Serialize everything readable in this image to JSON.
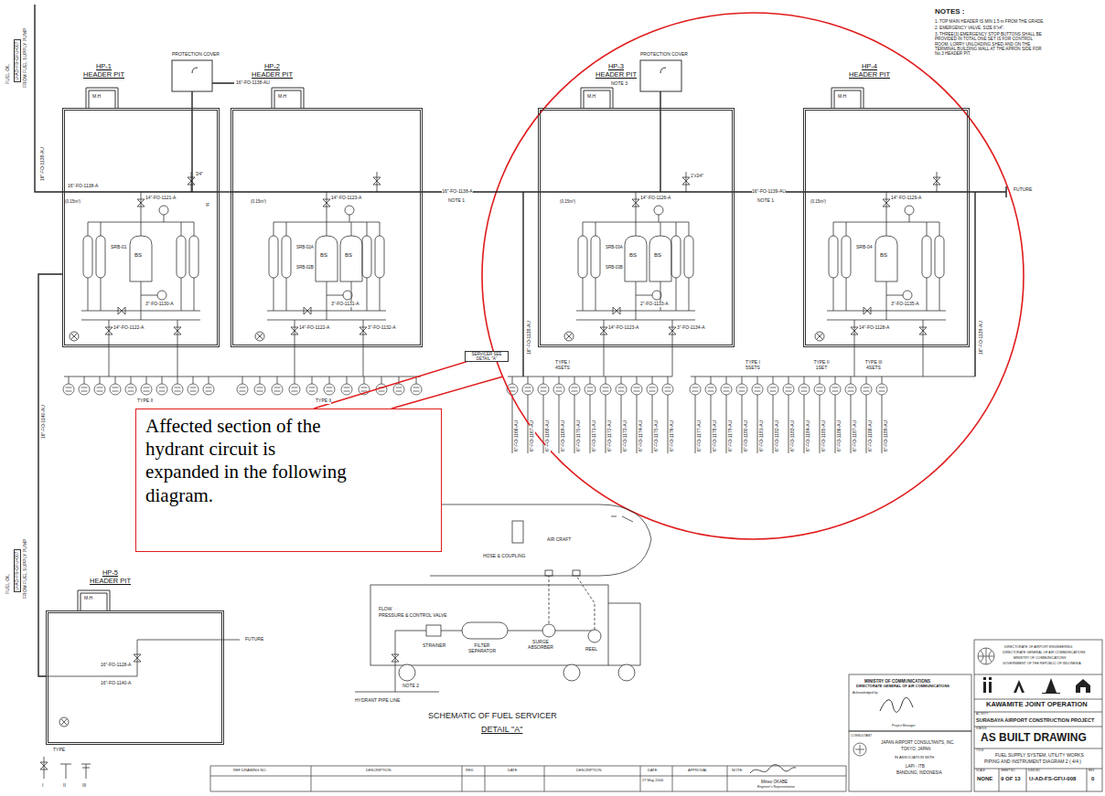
{
  "diagram": {
    "nodes": [
      {
        "text": [
          "HP-1",
          "HEADER PIT"
        ]
      },
      {
        "text": [
          "HP-2",
          "HEADER PIT"
        ]
      },
      {
        "text": [
          "HP-3",
          "HEADER PIT"
        ]
      },
      {
        "text": [
          "HP-4",
          "HEADER PIT"
        ]
      },
      {
        "text": [
          "HP-5",
          "HEADER PIT"
        ]
      },
      {
        "text": [
          "Affected section of the hydrant circuit is expanded in the following diagram."
        ]
      }
    ],
    "edges": [
      {
        "from": 0,
        "to": 1,
        "arrow": "none"
      },
      {
        "from": 1,
        "to": 2,
        "label": "16\"-FO-1138-A",
        "arrow": "none"
      },
      {
        "from": 2,
        "to": 3,
        "label": "16\"-FO-1139-AU",
        "arrow": "none"
      },
      {
        "from": 0,
        "to": 4,
        "arrow": "none"
      }
    ],
    "labels": [
      "NOTES :",
      "1. TOP MAIN HEADER IS MIN 1.5 m FROM THE GRADE.",
      "2. EMERGENCY VALVE, SIZE 6\"x4\".",
      "3. THREE(3) EMERGENCY STOP BUTTONS SHALL BE PROVIDED IN TOTAL ONE SET IS FOR CONTROL ROOM, LORRY UNLOADING SHED AND ON THE TERMINAL BUILDING WALL AT THE APRON SIDE FOR No.3 HEADER PIT.",
      "FUEL OIL",
      "U-AD-FS-GFU-007",
      "FROM FUEL SUPPLY PUMP",
      "16\"-FO-1138-AU",
      "M.H",
      "PROTECTION COVER",
      "16\"-FO-1138-A",
      "14\"-FO-1121-A",
      "(0.15m³)",
      "SRB-01",
      "BS",
      "3\"-FO-1130-A",
      "14\"-FO-1122-A",
      "3/4\"",
      "IF",
      "16\"-FO-1138-AU",
      "M.H",
      "14\"-FO-1123-A",
      "(0.15m³)",
      "SRB-02A",
      "BS",
      "BS",
      "SRB-02B",
      "3\"-FO-1131-A",
      "14\"-FO-1122-A",
      "3\"-FO-1132-A",
      "NOTE 1",
      "NOTE 1",
      "NOTE 3",
      "M.H",
      "PROTECTION COVER",
      "1\"x3/4\"",
      "14\"-FO-1126-A",
      "(0.15m³)",
      "SRB-03A",
      "BS",
      "BS",
      "SRB-03B",
      "2\"-FO-1133-A",
      "3\"-FO-1134-A",
      "14\"-FO-1123-A",
      "M.H",
      "FUTURE",
      "14\"-FO-1129-A",
      "(0.15m³)",
      "SRB-04",
      "BS",
      "3\"-FO-1135-A",
      "14\"-FO-1128-A",
      "16\"-FO-1138-AU",
      "16\"-FO-1139-AU",
      "16\"-FO-1140-AU",
      "TYPE II",
      "TYPE II",
      "SERVICER SEE DETAIL \"A\"",
      "TYPE I 4SETS",
      "TYPE I 5SETS",
      "TYPE II 1SET",
      "TYPE III 4SETS",
      "6\"-FO-1166-AU",
      "6\"-FO-1167-AU",
      "6\"-FO-1168-AU",
      "6\"-FO-1169-AU",
      "6\"-FO-1170-AU",
      "6\"-FO-1171-AU",
      "6\"-FO-1172-AU",
      "6\"-FO-1173-AU",
      "6\"-FO-1174-AU",
      "6\"-FO-1175-AU",
      "6\"-FO-1176-AU",
      "6\"-FO-1177-AU",
      "6\"-FO-1178-AU",
      "6\"-FO-1179-AU",
      "6\"-FO-1180-AU",
      "6\"-FO-1181-AU",
      "6\"-FO-1182-AU",
      "6\"-FO-1183-AU",
      "6\"-FO-1184-AU",
      "6\"-FO-1185-AU",
      "6\"-FO-1186-AU",
      "6\"-FO-1187-AU",
      "6\"-FO-1188-AU",
      "6\"-FO-1189-AU",
      "FUEL OIL",
      "U-AD-FS-GFU-007",
      "FROM FUEL SUPPLY PUMP",
      "M.H",
      "16\"-FO-1128-A",
      "16\"-FO-1140-A",
      "FUTURE",
      "AIR CRAFT",
      "HOSE & COUPLING",
      "FLOW",
      "PRESSURE & CONTROL VALVE",
      "STRAINER",
      "FILTER SEPARATOR",
      "SURGE ABSORBER",
      "REEL",
      "NOTE 2",
      "HYDRANT PIPE LINE",
      "SCHEMATIC OF FUEL SERVICER",
      "DETAIL \"A\"",
      "TYPE",
      "I",
      "II",
      "III",
      "REF DRAWING NO.",
      "DESCRIPTION",
      "REV.",
      "DATE",
      "DESCRIPTION",
      "DATE",
      "APPROVAL",
      "NOTE:",
      "27 May 2006",
      "Mineo OKABE",
      "Engineer's Representative",
      "MINISTRY OF COMMUNICATIONS",
      "DIRECTORATE GENERAL OF AIR COMMUNICATIONS",
      "Acknowledged by:",
      "Project Manager",
      "CONSULTANT",
      "JAPAN AIRPORT CONSULTANTS, INC.",
      "TOKYO, JAPAN",
      "IN ASSOCIATION WITH",
      "LAPI - ITB",
      "BANDUNG, INDONESIA",
      "DIRECTORATE OF AIRPORT ENGINEERING",
      "DIRECTORATE GENERAL OF AIR COMMUNICATIONS",
      "MINISTRY OF COMMUNICATIONS",
      "GOVERNMENT OF THE REPUBLIC OF INDONESIA",
      "KAWAMITE JOINT OPERATION",
      "ACTIVITY",
      "SURABAYA AIRPORT CONSTRUCTION PROJECT",
      "STATUS",
      "AS BUILT DRAWING",
      "TITLE",
      "FUEL SUPPLY SYSTEM, UTILITY WORKS",
      "PIPING AND INSTRUMENT DIAGRAM 2 ( 4/4 )",
      "SCALE",
      "SHEET NO.",
      "DWG NO.",
      "REV.",
      "NONE",
      "9 OF 13",
      "U-AD-FS-GFU-008",
      "0"
    ]
  }
}
